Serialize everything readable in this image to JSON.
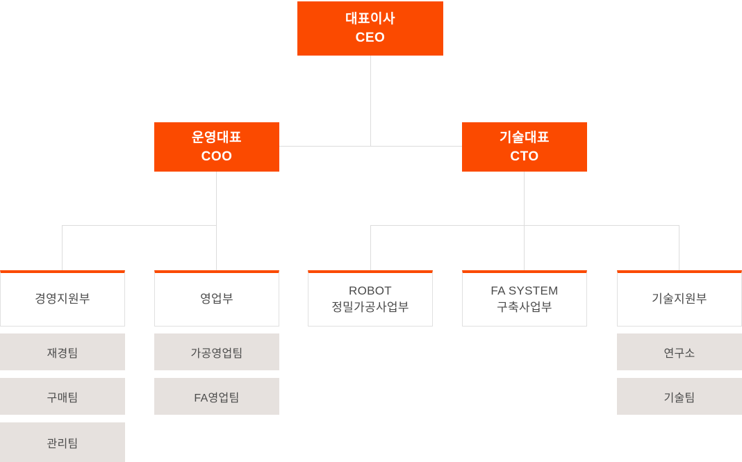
{
  "colors": {
    "orange": "#FB4A00",
    "connector-line": "#DCDCDC",
    "dept-border": "#E0E0E0",
    "team-bg": "#E6E1DE",
    "dept-text": "#4A4A4A",
    "team-text": "#4B4B4B",
    "exec-text": "#FFFFFF",
    "background": "#FFFFFF"
  },
  "executives": {
    "ceo": {
      "lines": [
        "대표이사",
        "CEO"
      ]
    },
    "coo": {
      "lines": [
        "운영대표",
        "COO"
      ]
    },
    "cto": {
      "lines": [
        "기술대표",
        "CTO"
      ]
    }
  },
  "departments": [
    {
      "lines": [
        "경영지원부"
      ],
      "teams": [
        "재경팀",
        "구매팀",
        "관리팀"
      ]
    },
    {
      "lines": [
        "영업부"
      ],
      "teams": [
        "가공영업팀",
        "FA영업팀"
      ]
    },
    {
      "lines": [
        "ROBOT",
        "정밀가공사업부"
      ],
      "teams": []
    },
    {
      "lines": [
        "FA SYSTEM",
        "구축사업부"
      ],
      "teams": []
    },
    {
      "lines": [
        "기술지원부"
      ],
      "teams": [
        "연구소",
        "기술팀"
      ]
    }
  ]
}
